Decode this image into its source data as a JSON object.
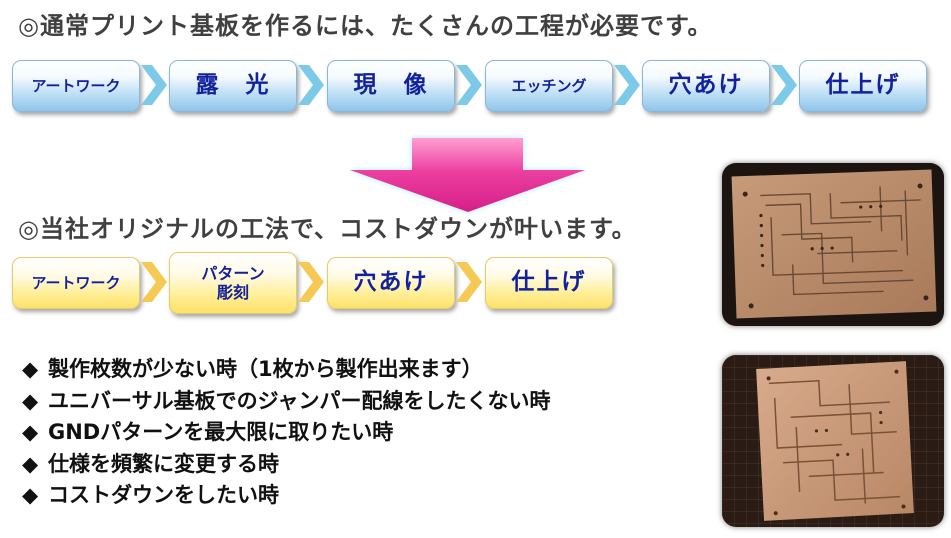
{
  "heading_conventional": "◎通常プリント基板を作るには、たくさんの工程が必要です。",
  "heading_inhouse": "◎当社オリジナルの工法で、コストダウンが叶います。",
  "steps_conventional": [
    {
      "label": "アートワーク"
    },
    {
      "label": "露　光"
    },
    {
      "label": "現　像"
    },
    {
      "label": "エッチング"
    },
    {
      "label": "穴あけ"
    },
    {
      "label": "仕上げ"
    }
  ],
  "steps_inhouse": [
    {
      "label": "アートワーク"
    },
    {
      "label_line1": "パターン",
      "label_line2": "彫刻"
    },
    {
      "label": "穴あけ"
    },
    {
      "label": "仕上げ"
    }
  ],
  "bullet_marker": "◆",
  "bullets": [
    "製作枚数が少ない時（1枚から製作出来ます）",
    "ユニバーサル基板でのジャンパー配線をしたくない時",
    "GNDパターンを最大限に取りたい時",
    "仕様を頻繁に変更する時",
    "コストダウンをしたい時"
  ],
  "colors": {
    "step_text": "#13219c",
    "chevron_blue": "#7cc9e8",
    "chevron_yellow": "#f5c953",
    "down_arrow": "#e8399a",
    "heading_text": "#404040"
  }
}
